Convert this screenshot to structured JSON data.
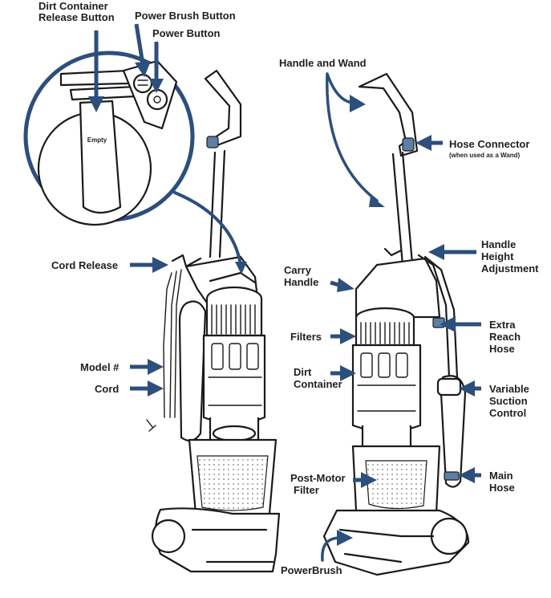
{
  "labels": {
    "dirt_release_1": "Dirt Container",
    "dirt_release_2": "Release Button",
    "power_brush_button": "Power Brush Button",
    "power_button": "Power Button",
    "empty": "Empty",
    "cord_release": "Cord Release",
    "model": "Model #",
    "cord": "Cord",
    "handle_wand": "Handle and Wand",
    "hose_connector": "Hose Connector",
    "hose_connector_note": "(when used as a Wand)",
    "handle_height_1": "Handle",
    "handle_height_2": "Height",
    "handle_height_3": "Adjustment",
    "carry_handle_1": "Carry",
    "carry_handle_2": "Handle",
    "filters": "Filters",
    "dirt_container_1": "Dirt",
    "dirt_container_2": "Container",
    "extra_reach_1": "Extra",
    "extra_reach_2": "Reach",
    "extra_reach_3": "Hose",
    "variable_suction_1": "Variable",
    "variable_suction_2": "Suction",
    "variable_suction_3": "Control",
    "post_motor_1": "Post-Motor",
    "post_motor_2": "Filter",
    "main_hose_1": "Main",
    "main_hose_2": "Hose",
    "powerbrush": "PowerBrush"
  },
  "colors": {
    "arrow": "#2c4f7c",
    "ink": "#1a1a1a",
    "accent": "#5b7fa6"
  }
}
